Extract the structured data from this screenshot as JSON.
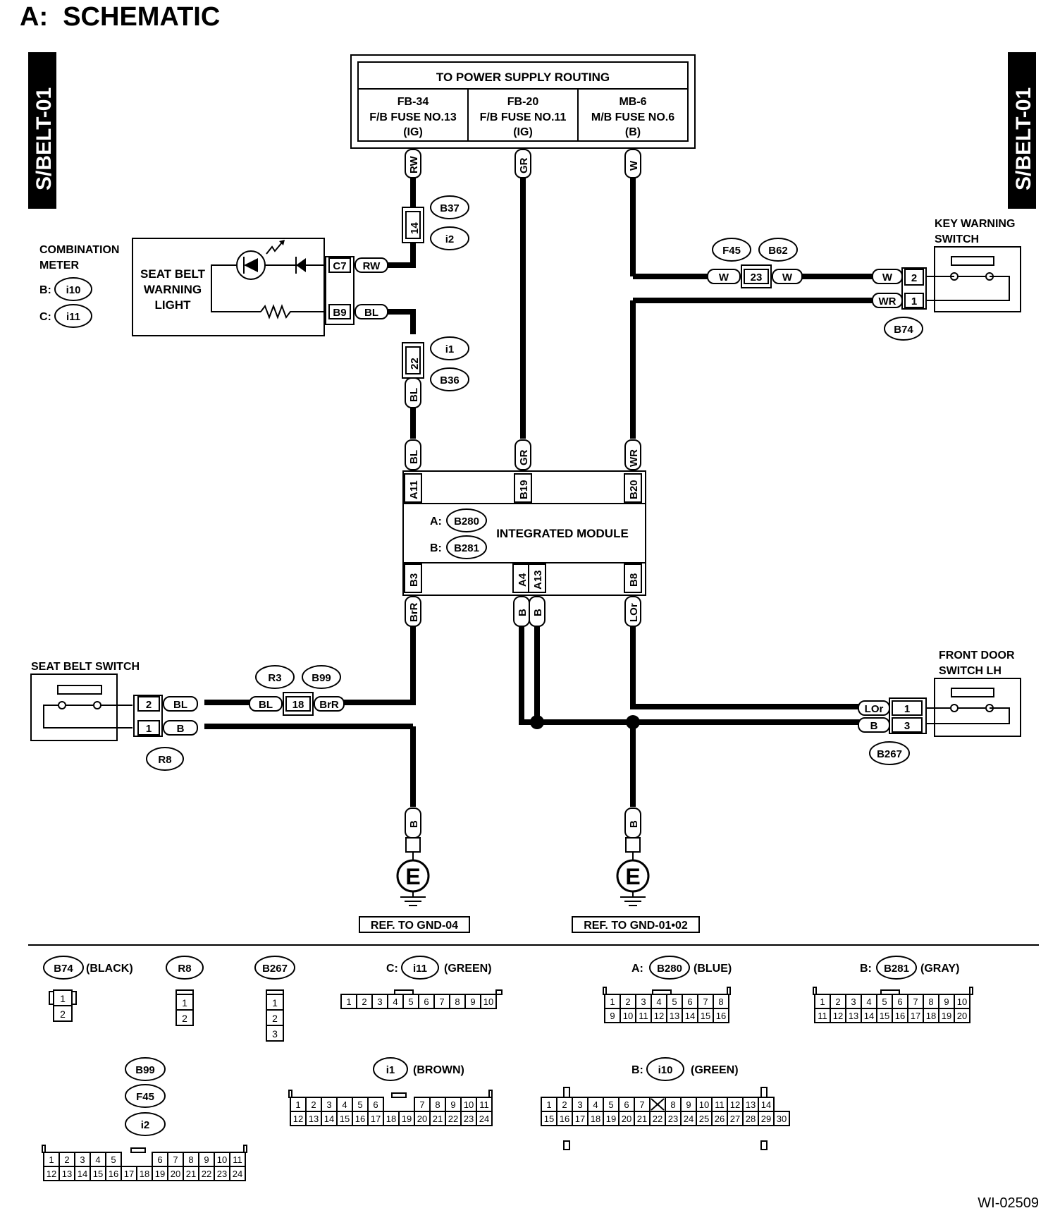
{
  "title": "A:  SCHEMATIC",
  "side_tag": "S/BELT-01",
  "figure_id": "WI-02509",
  "power_supply": {
    "header": "TO POWER SUPPLY ROUTING",
    "fuses": [
      {
        "id": "FB-34",
        "name": "F/B FUSE NO.13",
        "type": "(IG)"
      },
      {
        "id": "FB-20",
        "name": "F/B FUSE NO.11",
        "type": "(IG)"
      },
      {
        "id": "MB-6",
        "name": "M/B FUSE NO.6",
        "type": "(B)"
      }
    ]
  },
  "wires": {
    "rw": "RW",
    "gr": "GR",
    "w": "W",
    "bl": "BL",
    "wr": "WR",
    "brr": "BrR",
    "b": "B",
    "lor": "LOr"
  },
  "combination_meter": {
    "title_1": "COMBINATION",
    "title_2": "METER",
    "conn_b_prefix": "B:",
    "conn_b": "i10",
    "conn_c_prefix": "C:",
    "conn_c": "i11",
    "light_1": "SEAT BELT",
    "light_2": "WARNING",
    "light_3": "LIGHT",
    "pin_c7": "C7",
    "pin_b9": "B9"
  },
  "joint_14": {
    "pin": "14",
    "conn_1": "B37",
    "conn_2": "i2"
  },
  "joint_22": {
    "pin": "22",
    "conn_1": "i1",
    "conn_2": "B36"
  },
  "joint_23": {
    "pin": "23",
    "conn_1": "F45",
    "conn_2": "B62"
  },
  "joint_18": {
    "pin": "18",
    "conn_1": "R3",
    "conn_2": "B99"
  },
  "key_warning_switch": {
    "title_1": "KEY WARNING",
    "title_2": "SWITCH",
    "pin_2": "2",
    "pin_1": "1",
    "conn": "B74"
  },
  "integrated_module": {
    "title": "INTEGRATED MODULE",
    "conn_a_prefix": "A:",
    "conn_a": "B280",
    "conn_b_prefix": "B:",
    "conn_b": "B281",
    "top_pins": [
      "A11",
      "B19",
      "B20"
    ],
    "bottom_pins": [
      "B3",
      "A4",
      "A13",
      "B8"
    ]
  },
  "seat_belt_switch": {
    "title": "SEAT BELT SWITCH",
    "pin_2": "2",
    "pin_1": "1",
    "conn": "R8"
  },
  "front_door_switch": {
    "title_1": "FRONT DOOR",
    "title_2": "SWITCH LH",
    "pin_1": "1",
    "pin_3": "3",
    "conn": "B267"
  },
  "grounds": {
    "symbol": "E",
    "ref_1": "REF. TO GND-04",
    "ref_2": "REF. TO GND-01•02"
  },
  "connector_views": {
    "b74": {
      "name": "B74",
      "color": "(BLACK)",
      "pins": [
        "1",
        "2"
      ]
    },
    "r8": {
      "name": "R8",
      "pins": [
        "1",
        "2"
      ]
    },
    "b267": {
      "name": "B267",
      "pins": [
        "1",
        "2",
        "3"
      ]
    },
    "i11": {
      "prefix": "C:",
      "name": "i11",
      "color": "(GREEN)",
      "pins": [
        "1",
        "2",
        "3",
        "4",
        "5",
        "6",
        "7",
        "8",
        "9",
        "10"
      ]
    },
    "b280": {
      "prefix": "A:",
      "name": "B280",
      "color": "(BLUE)",
      "row1": [
        "1",
        "2",
        "3",
        "4",
        "5",
        "6",
        "7",
        "8"
      ],
      "row2": [
        "9",
        "10",
        "11",
        "12",
        "13",
        "14",
        "15",
        "16"
      ]
    },
    "b281": {
      "prefix": "B:",
      "name": "B281",
      "color": "(GRAY)",
      "row1": [
        "1",
        "2",
        "3",
        "4",
        "5",
        "6",
        "7",
        "8",
        "9",
        "10"
      ],
      "row2": [
        "11",
        "12",
        "13",
        "14",
        "15",
        "16",
        "17",
        "18",
        "19",
        "20"
      ]
    },
    "group24": {
      "names": [
        "B99",
        "F45",
        "i2"
      ],
      "row1": [
        "1",
        "2",
        "3",
        "4",
        "5",
        "6",
        "7",
        "8",
        "9",
        "10",
        "11"
      ],
      "row2": [
        "12",
        "13",
        "14",
        "15",
        "16",
        "17",
        "18",
        "19",
        "20",
        "21",
        "22",
        "23",
        "24"
      ]
    },
    "i1": {
      "name": "i1",
      "color": "(BROWN)",
      "row1": [
        "1",
        "2",
        "3",
        "4",
        "5",
        "6",
        "7",
        "8",
        "9",
        "10",
        "11"
      ],
      "row2": [
        "12",
        "13",
        "14",
        "15",
        "16",
        "17",
        "18",
        "19",
        "20",
        "21",
        "22",
        "23",
        "24"
      ]
    },
    "i10": {
      "prefix": "B:",
      "name": "i10",
      "color": "(GREEN)",
      "row1": [
        "1",
        "2",
        "3",
        "4",
        "5",
        "6",
        "7",
        "8",
        "9",
        "10",
        "11",
        "12",
        "13",
        "14"
      ],
      "row2": [
        "15",
        "16",
        "17",
        "18",
        "19",
        "20",
        "21",
        "22",
        "23",
        "24",
        "25",
        "26",
        "27",
        "28",
        "29",
        "30"
      ]
    }
  }
}
